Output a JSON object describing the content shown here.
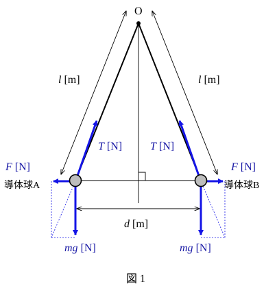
{
  "labels": {
    "origin": "O",
    "length_var": "l",
    "length_unit": " [m]",
    "tension_var": "T",
    "tension_unit": " [N]",
    "force_var": "F",
    "force_unit": " [N]",
    "ball_a": "導体球A",
    "ball_b": "導体球B",
    "distance_var": "d",
    "distance_unit": " [m]",
    "weight_var": "mg",
    "weight_unit": " [N]",
    "caption": "図 1"
  },
  "colors": {
    "force_blue": "#1a1aa6",
    "arrow_blue": "#1414e6",
    "line_black": "#000000",
    "ball_gray": "#bdbdbd"
  }
}
